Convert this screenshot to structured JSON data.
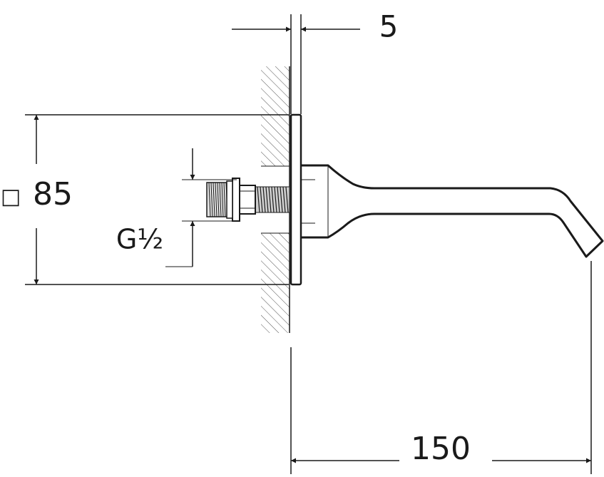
{
  "dimensions": {
    "flange_thickness": "5",
    "plate_square": "85",
    "square_symbol": "□",
    "thread": "G½",
    "spout_length": "150"
  },
  "colors": {
    "line": "#1a1a1a",
    "hatch": "#555555",
    "background": "#ffffff"
  }
}
